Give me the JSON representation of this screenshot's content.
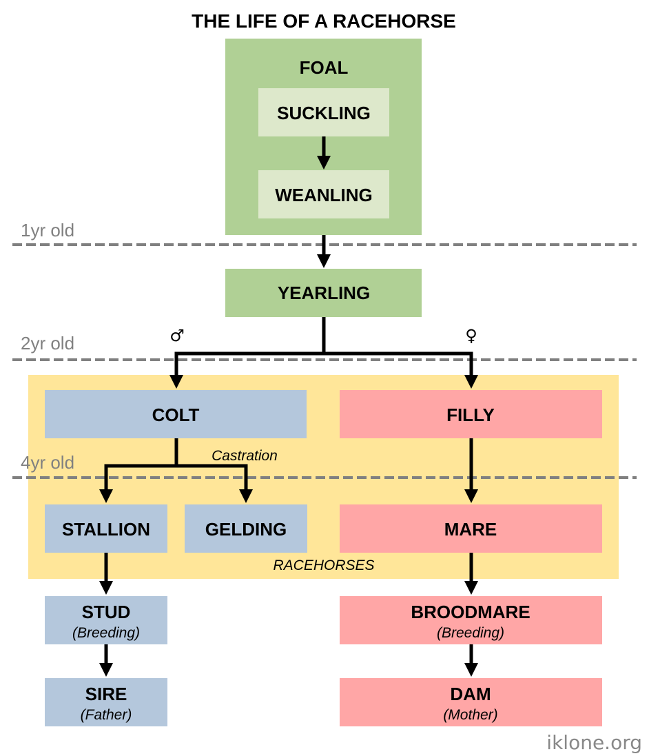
{
  "title": "THE LIFE OF A RACEHORSE",
  "colors": {
    "foal_group": "#b0d095",
    "foal_inner": "#dde8cb",
    "yearling": "#b0d095",
    "racehorse_group": "#ffe699",
    "male": "#b4c7dc",
    "female": "#ffa6a6",
    "age_line": "#808080",
    "watermark": "#888888"
  },
  "groups": {
    "foal": {
      "label": "FOAL"
    },
    "racehorses": {
      "label": "RACEHORSES"
    }
  },
  "nodes": {
    "suckling": {
      "label": "SUCKLING"
    },
    "weanling": {
      "label": "WEANLING"
    },
    "yearling": {
      "label": "YEARLING"
    },
    "colt": {
      "label": "COLT"
    },
    "filly": {
      "label": "FILLY"
    },
    "stallion": {
      "label": "STALLION"
    },
    "gelding": {
      "label": "GELDING"
    },
    "mare": {
      "label": "MARE"
    },
    "stud": {
      "label": "STUD",
      "sublabel": "(Breeding)"
    },
    "broodmare": {
      "label": "BROODMARE",
      "sublabel": "(Breeding)"
    },
    "sire": {
      "label": "SIRE",
      "sublabel": "(Father)"
    },
    "dam": {
      "label": "DAM",
      "sublabel": "(Mother)"
    }
  },
  "age_markers": [
    {
      "label": "1yr old"
    },
    {
      "label": "2yr old"
    },
    {
      "label": "4yr old"
    }
  ],
  "annotations": {
    "male_symbol": "♂",
    "female_symbol": "♀",
    "castration": "Castration"
  },
  "edges": [
    {
      "from": "suckling",
      "to": "weanling"
    },
    {
      "from": "foal",
      "to": "yearling"
    },
    {
      "from": "yearling",
      "to": "colt",
      "label": "♂"
    },
    {
      "from": "yearling",
      "to": "filly",
      "label": "♀"
    },
    {
      "from": "colt",
      "to": "stallion"
    },
    {
      "from": "colt",
      "to": "gelding",
      "label": "Castration"
    },
    {
      "from": "filly",
      "to": "mare"
    },
    {
      "from": "stallion",
      "to": "stud"
    },
    {
      "from": "stud",
      "to": "sire"
    },
    {
      "from": "mare",
      "to": "broodmare"
    },
    {
      "from": "broodmare",
      "to": "dam"
    }
  ],
  "watermark": "iklone.org"
}
